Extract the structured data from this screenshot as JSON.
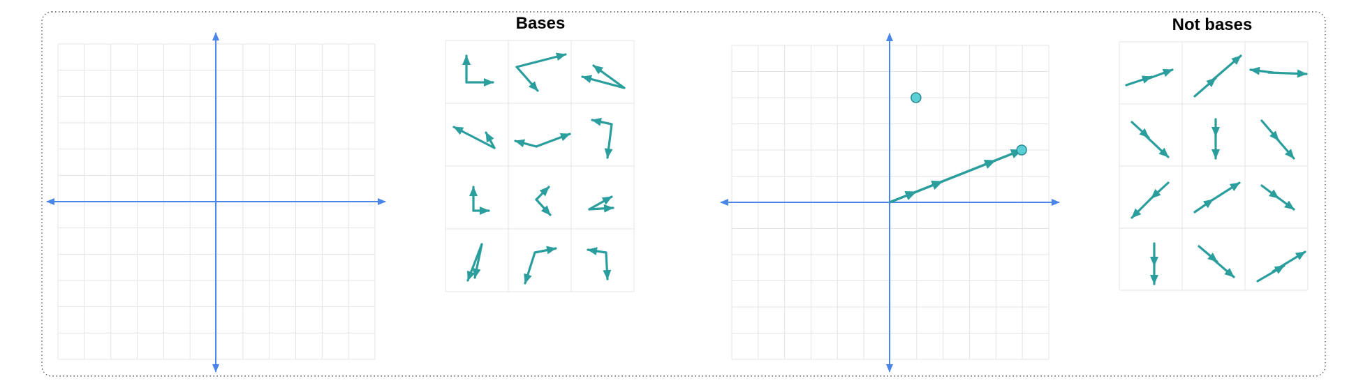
{
  "colors": {
    "axis": "#4a86e8",
    "vector": "#2a9d9d",
    "vector_dark": "#1e8a8a",
    "grid": "#e4e4e4",
    "border": "#555555",
    "point_fill": "#5ccfd6",
    "point_stroke": "#2a8c94"
  },
  "bases_title": "Bases",
  "not_bases_title": "Not bases",
  "axes_left": {
    "name": "empty-coordinate-plane"
  },
  "axes_right": {
    "name": "span-demo-plane",
    "line_direction": [
      2,
      1
    ],
    "points_in_grid_units": [
      [
        1,
        4
      ],
      [
        5,
        2
      ]
    ],
    "arrow_steps": [
      1,
      2,
      4,
      5
    ]
  },
  "bases_icons": [
    {
      "name": "basis-right-angle-icon"
    },
    {
      "name": "basis-wide-v-icon"
    },
    {
      "name": "basis-narrow-wedge-icon"
    },
    {
      "name": "basis-open-v-icon"
    },
    {
      "name": "basis-shallow-v-icon"
    },
    {
      "name": "basis-hook-icon"
    },
    {
      "name": "basis-up-right-icon"
    },
    {
      "name": "basis-chevron-icon"
    },
    {
      "name": "basis-small-wedge-icon"
    },
    {
      "name": "basis-down-pair-icon"
    },
    {
      "name": "basis-long-short-icon"
    },
    {
      "name": "basis-left-down-icon"
    }
  ],
  "not_bases_icons": [
    {
      "name": "collinear-same-direction-icon"
    },
    {
      "name": "collinear-diagonal-icon"
    },
    {
      "name": "collinear-opposite-horizontal-icon"
    },
    {
      "name": "collinear-down-right-icon"
    },
    {
      "name": "collinear-vertical-down-icon"
    },
    {
      "name": "collinear-opposite-diagonal-icon"
    },
    {
      "name": "collinear-down-left-icon"
    },
    {
      "name": "collinear-up-right-icon"
    },
    {
      "name": "collinear-up-left-icon"
    },
    {
      "name": "collinear-opposite-vertical-icon"
    },
    {
      "name": "collinear-down-right-pair-icon"
    },
    {
      "name": "collinear-opposite-anti-diagonal-icon"
    }
  ]
}
